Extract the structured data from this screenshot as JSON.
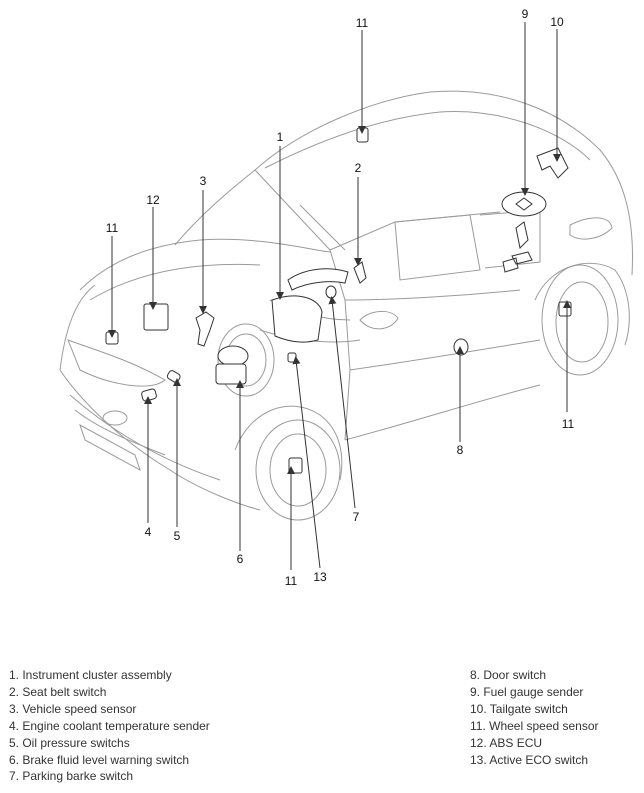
{
  "callouts": [
    "1",
    "2",
    "3",
    "4",
    "5",
    "6",
    "7",
    "8",
    "9",
    "10",
    "11",
    "11",
    "11",
    "11",
    "12",
    "13"
  ],
  "legend_left": [
    "1. Instrument cluster assembly",
    "2. Seat belt switch",
    "3. Vehicle speed sensor",
    "4. Engine coolant temperature sender",
    "5. Oil pressure switchs",
    "6. Brake fluid level warning switch",
    "7. Parking barke switch"
  ],
  "legend_right": [
    "8. Door switch",
    "9. Fuel gauge sender",
    "10. Tailgate switch",
    "11. Wheel speed sensor",
    "12. ABS ECU",
    "13. Active ECO switch"
  ],
  "colors": {
    "line": "#555555",
    "outline": "#9a9a9a",
    "text": "#333333"
  }
}
